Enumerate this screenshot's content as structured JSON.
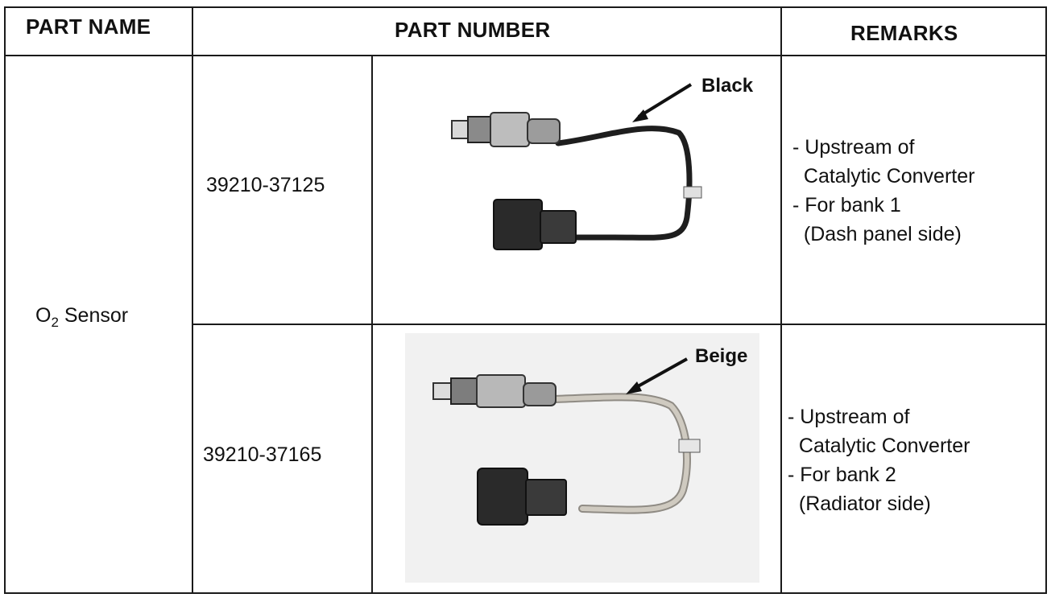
{
  "headers": {
    "part_name": "PART NAME",
    "part_number": "PART NUMBER",
    "remarks": "REMARKS"
  },
  "part_name": {
    "prefix": "O",
    "subscript": "2",
    "suffix": " Sensor"
  },
  "rows": [
    {
      "part_number": "39210-37125",
      "wire_color_label": "Black",
      "remarks": [
        "- Upstream of",
        "  Catalytic Converter",
        "- For bank 1",
        "  (Dash panel side)"
      ]
    },
    {
      "part_number": "39210-37165",
      "wire_color_label": "Beige",
      "remarks": [
        "- Upstream of",
        "  Catalytic Converter",
        "- For bank 2",
        "  (Radiator side)"
      ]
    }
  ],
  "colors": {
    "black_wire": "#1e1e1e",
    "beige_wire": "#cfcac0"
  }
}
